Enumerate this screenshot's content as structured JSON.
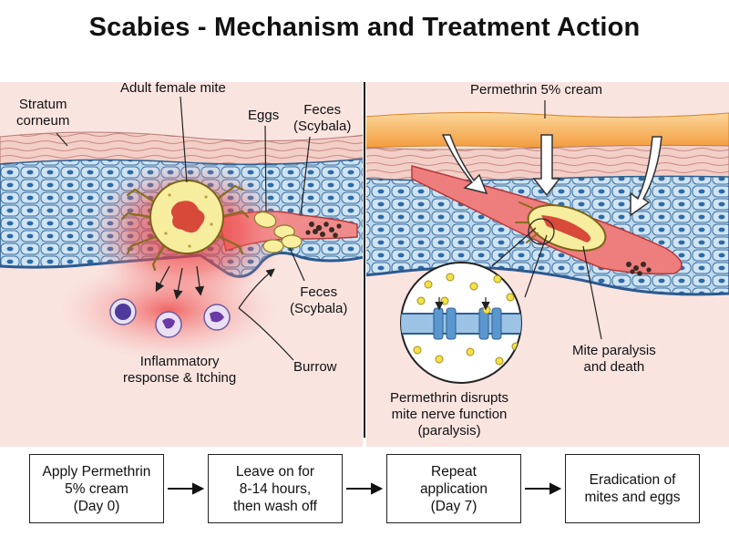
{
  "title": "Scabies - Mechanism and Treatment Action",
  "left_panel": {
    "stratum_corneum": [
      "Stratum",
      "corneum"
    ],
    "adult_female_mite": "Adult female mite",
    "eggs": "Eggs",
    "feces_top": [
      "Feces",
      "(Scybala)"
    ],
    "feces_bottom": [
      "Feces",
      "(Scybala)"
    ],
    "burrow": "Burrow",
    "inflammatory": [
      "Inflammatory",
      "response & Itching"
    ]
  },
  "right_panel": {
    "permethrin_cream": "Permethrin 5% cream",
    "mite_paralysis": [
      "Mite paralysis",
      "and death"
    ],
    "disrupts": [
      "Permethrin disrupts",
      "mite nerve function",
      "(paralysis)"
    ]
  },
  "steps": [
    {
      "lines": [
        "Apply Permethrin",
        "5% cream",
        "(Day 0)"
      ]
    },
    {
      "lines": [
        "Leave on for",
        "8-14 hours,",
        "then wash off"
      ]
    },
    {
      "lines": [
        "Repeat",
        "application",
        "(Day 7)"
      ]
    },
    {
      "lines": [
        "Eradication of",
        "mites and eggs"
      ]
    }
  ],
  "colors": {
    "skin_top": "#f1c9c2",
    "cells": "#a9cde8",
    "dermis": "#f8e3df",
    "cream": "#f4a94b",
    "mite": "#f6ec9a",
    "inflammation": "#ee3b3b"
  }
}
